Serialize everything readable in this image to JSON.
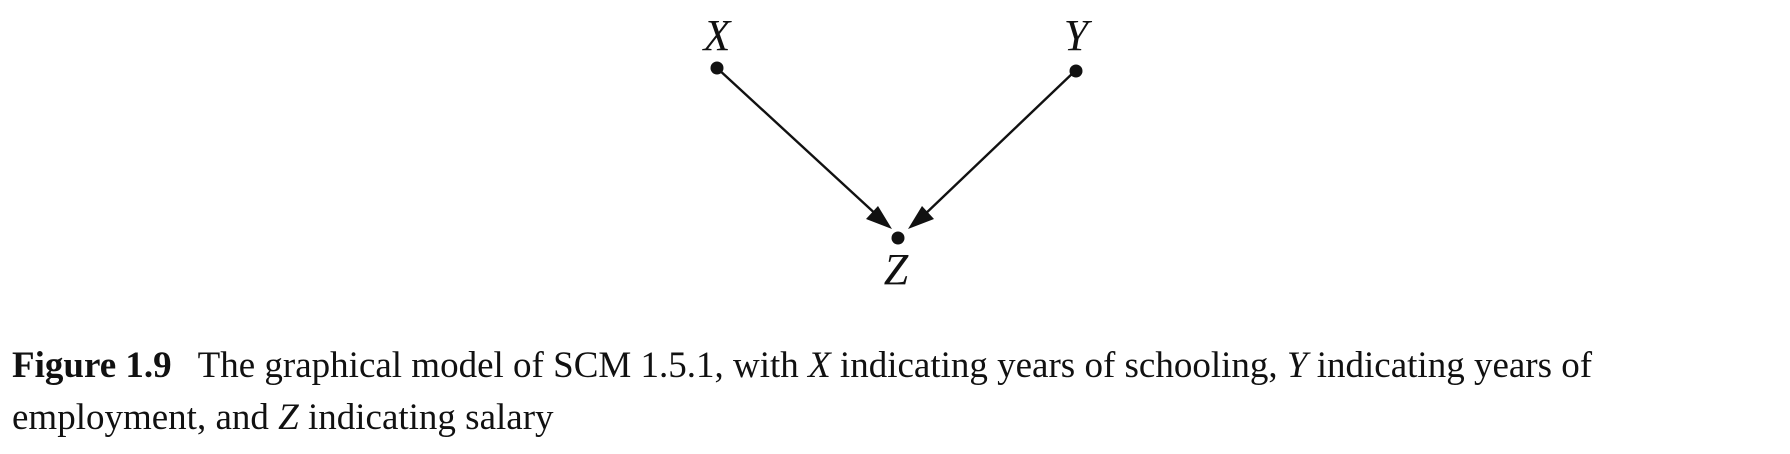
{
  "diagram": {
    "nodes": [
      {
        "id": "X",
        "label": "X"
      },
      {
        "id": "Y",
        "label": "Y"
      },
      {
        "id": "Z",
        "label": "Z"
      }
    ],
    "edges": [
      {
        "from": "X",
        "to": "Z"
      },
      {
        "from": "Y",
        "to": "Z"
      }
    ]
  },
  "caption": {
    "figure_label": "Figure 1.9",
    "text_1": "The graphical model of SCM 1.5.1, with ",
    "var_x": "X",
    "text_2": " indicating years of schooling, ",
    "var_y": "Y",
    "text_3": " indicating years of employment, and ",
    "var_z": "Z",
    "text_4": " indicating salary"
  }
}
